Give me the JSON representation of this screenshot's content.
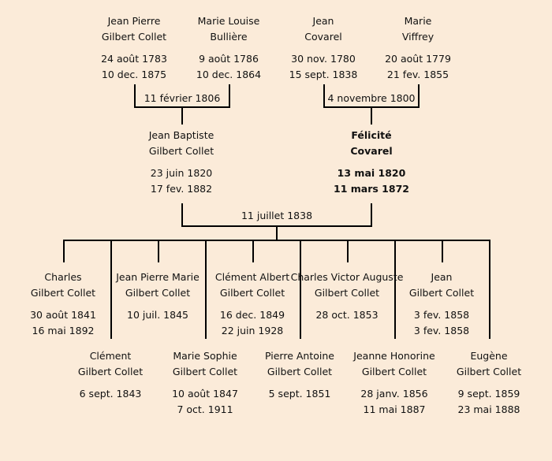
{
  "grandparents": [
    {
      "first": "Jean Pierre",
      "last": "Gilbert Collet",
      "birth": "24 août 1783",
      "death": "10 dec. 1875"
    },
    {
      "first": "Marie Louise",
      "last": "Bullière",
      "birth": "9 août 1786",
      "death": "10 dec. 1864"
    },
    {
      "first": "Jean",
      "last": "Covarel",
      "birth": "30 nov. 1780",
      "death": "15 sept. 1838"
    },
    {
      "first": "Marie",
      "last": "Viffrey",
      "birth": "20 août 1779",
      "death": "21 fev. 1855"
    }
  ],
  "grandparent_marriages": [
    "11 février 1806",
    "4 novembre 1800"
  ],
  "parents": [
    {
      "first": "Jean Baptiste",
      "last": "Gilbert Collet",
      "birth": "23 juin 1820",
      "death": "17 fev. 1882"
    },
    {
      "first": "Félicité",
      "last": "Covarel",
      "birth": "13 mai 1820",
      "death": "11 mars 1872"
    }
  ],
  "parent_marriage": "11 juillet 1838",
  "children": [
    {
      "first": "Charles",
      "last": "Gilbert Collet",
      "birth": "30 août 1841",
      "death": "16 mai 1892"
    },
    {
      "first": "Clément",
      "last": "Gilbert Collet",
      "birth": "6 sept. 1843",
      "death": ""
    },
    {
      "first": "Jean Pierre Marie",
      "last": "Gilbert Collet",
      "birth": "10 juil. 1845",
      "death": ""
    },
    {
      "first": "Marie Sophie",
      "last": "Gilbert Collet",
      "birth": "10 août 1847",
      "death": "7 oct. 1911"
    },
    {
      "first": "Clément Albert",
      "last": "Gilbert Collet",
      "birth": "16 dec. 1849",
      "death": "22 juin 1928"
    },
    {
      "first": "Pierre Antoine",
      "last": "Gilbert Collet",
      "birth": "5 sept. 1851",
      "death": ""
    },
    {
      "first": "Charles Victor Auguste",
      "last": "Gilbert Collet",
      "birth": "28 oct. 1853",
      "death": ""
    },
    {
      "first": "Jeanne Honorine",
      "last": "Gilbert Collet",
      "birth": "28 janv. 1856",
      "death": "11 mai 1887"
    },
    {
      "first": "Jean",
      "last": "Gilbert Collet",
      "birth": "3 fev. 1858",
      "death": "3 fev. 1858"
    },
    {
      "first": "Eugène",
      "last": "Gilbert Collet",
      "birth": "9 sept. 1859",
      "death": "23 mai 1888"
    }
  ]
}
